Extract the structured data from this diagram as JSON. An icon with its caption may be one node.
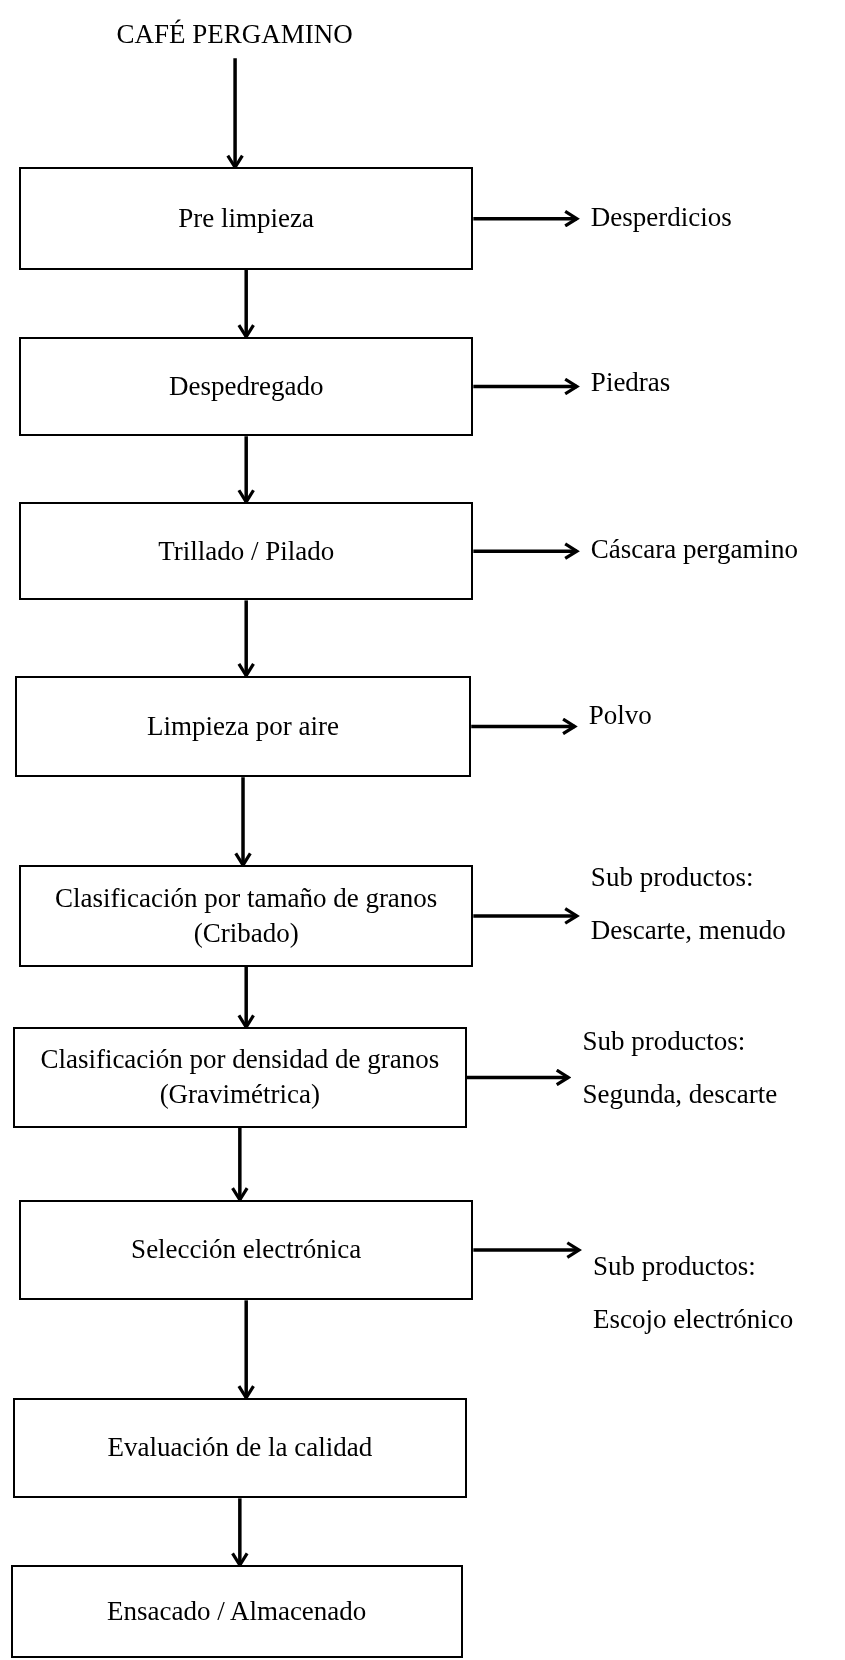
{
  "diagram": {
    "nodes": [
      {
        "text": [
          "CAFÉ PERGAMINO"
        ]
      },
      {
        "text": [
          "Pre limpieza"
        ]
      },
      {
        "text": [
          "Desperdicios"
        ]
      },
      {
        "text": [
          "Despedregado"
        ]
      },
      {
        "text": [
          "Piedras"
        ]
      },
      {
        "text": [
          "Trillado / Pilado"
        ]
      },
      {
        "text": [
          "Cáscara pergamino"
        ]
      },
      {
        "text": [
          "Limpieza por aire"
        ]
      },
      {
        "text": [
          "Polvo"
        ]
      },
      {
        "text": [
          "Clasificación por tamaño de granos (Cribado)"
        ]
      },
      {
        "text": [
          "Sub productos:",
          "Descarte, menudo"
        ]
      },
      {
        "text": [
          "Clasificación por densidad de granos (Gravimétrica)"
        ]
      },
      {
        "text": [
          "Sub productos:",
          "Segunda, descarte"
        ]
      },
      {
        "text": [
          "Selección electrónica"
        ]
      },
      {
        "text": [
          "Sub productos:",
          "Escojo electrónico"
        ]
      },
      {
        "text": [
          "Evaluación de la calidad"
        ]
      },
      {
        "text": [
          "Ensacado / Almacenado"
        ]
      }
    ],
    "edges": [
      {
        "from": 0,
        "to": 1,
        "arrow": "to"
      },
      {
        "from": 1,
        "to": 2,
        "arrow": "to"
      },
      {
        "from": 1,
        "to": 3,
        "arrow": "to"
      },
      {
        "from": 3,
        "to": 4,
        "arrow": "to"
      },
      {
        "from": 3,
        "to": 5,
        "arrow": "to"
      },
      {
        "from": 5,
        "to": 6,
        "arrow": "to"
      },
      {
        "from": 5,
        "to": 7,
        "arrow": "to"
      },
      {
        "from": 7,
        "to": 8,
        "arrow": "to"
      },
      {
        "from": 7,
        "to": 9,
        "arrow": "to"
      },
      {
        "from": 9,
        "to": 10,
        "arrow": "to"
      },
      {
        "from": 9,
        "to": 11,
        "arrow": "to"
      },
      {
        "from": 11,
        "to": 12,
        "arrow": "to"
      },
      {
        "from": 11,
        "to": 13,
        "arrow": "to"
      },
      {
        "from": 13,
        "to": 14,
        "arrow": "to"
      },
      {
        "from": 13,
        "to": 15,
        "arrow": "to"
      },
      {
        "from": 15,
        "to": 16,
        "arrow": "to"
      }
    ]
  }
}
